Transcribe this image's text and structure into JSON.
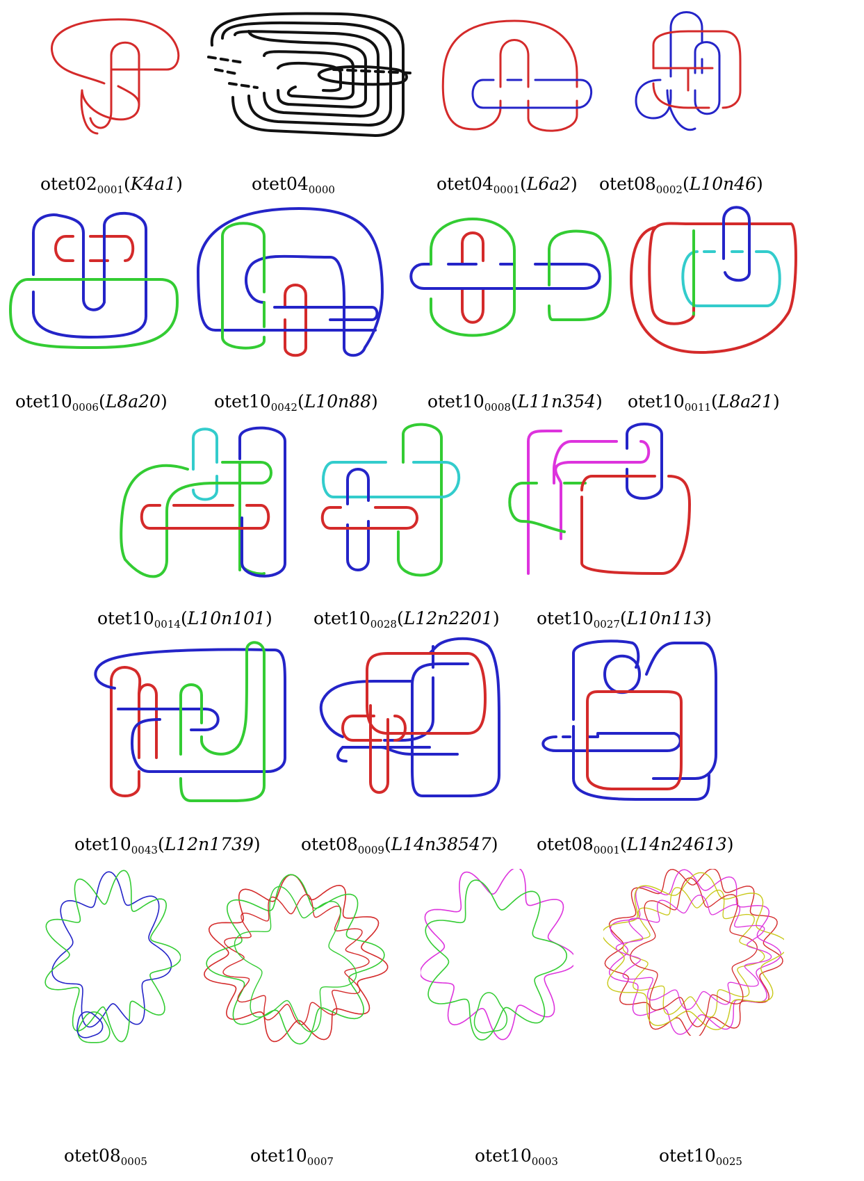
{
  "colors": {
    "red": "#d42a2a",
    "blue": "#2424c8",
    "green": "#33cc33",
    "cyan": "#33cccc",
    "magenta": "#dd33dd",
    "black": "#111111",
    "yellow": "#c8c818"
  },
  "captions": [
    {
      "base": "otet02",
      "sub": "0001",
      "open": "(",
      "name": "K4a1",
      "close": ")"
    },
    {
      "base": "otet04",
      "sub": "0000",
      "open": "",
      "name": "",
      "close": ""
    },
    {
      "base": "otet04",
      "sub": "0001",
      "open": "(",
      "name": "L6a2",
      "close": ")"
    },
    {
      "base": "otet08",
      "sub": "0002",
      "open": "(",
      "name": "L10n46",
      "close": ")"
    },
    {
      "base": "otet10",
      "sub": "0006",
      "open": "(",
      "name": "L8a20",
      "close": ")"
    },
    {
      "base": "otet10",
      "sub": "0042",
      "open": "(",
      "name": "L10n88",
      "close": ")"
    },
    {
      "base": "otet10",
      "sub": "0008",
      "open": "(",
      "name": "L11n354",
      "close": ")"
    },
    {
      "base": "otet10",
      "sub": "0011",
      "open": "(",
      "name": "L8a21",
      "close": ")"
    },
    {
      "base": "otet10",
      "sub": "0014",
      "open": "(",
      "name": "L10n101",
      "close": ")"
    },
    {
      "base": "otet10",
      "sub": "0028",
      "open": "(",
      "name": "L12n2201",
      "close": ")"
    },
    {
      "base": "otet10",
      "sub": "0027",
      "open": "(",
      "name": "L10n113",
      "close": ")"
    },
    {
      "base": "otet10",
      "sub": "0043",
      "open": "(",
      "name": "L12n1739",
      "close": ")"
    },
    {
      "base": "otet08",
      "sub": "0009",
      "open": "(",
      "name": "L14n38547",
      "close": ")"
    },
    {
      "base": "otet08",
      "sub": "0001",
      "open": "(",
      "name": "L14n24613",
      "close": ")"
    },
    {
      "base": "otet08",
      "sub": "0005",
      "open": "",
      "name": "",
      "close": ""
    },
    {
      "base": "otet10",
      "sub": "0007",
      "open": "",
      "name": "",
      "close": ""
    },
    {
      "base": "otet10",
      "sub": "0003",
      "open": "",
      "name": "",
      "close": ""
    },
    {
      "base": "otet10",
      "sub": "0025",
      "open": "",
      "name": "",
      "close": ""
    }
  ]
}
